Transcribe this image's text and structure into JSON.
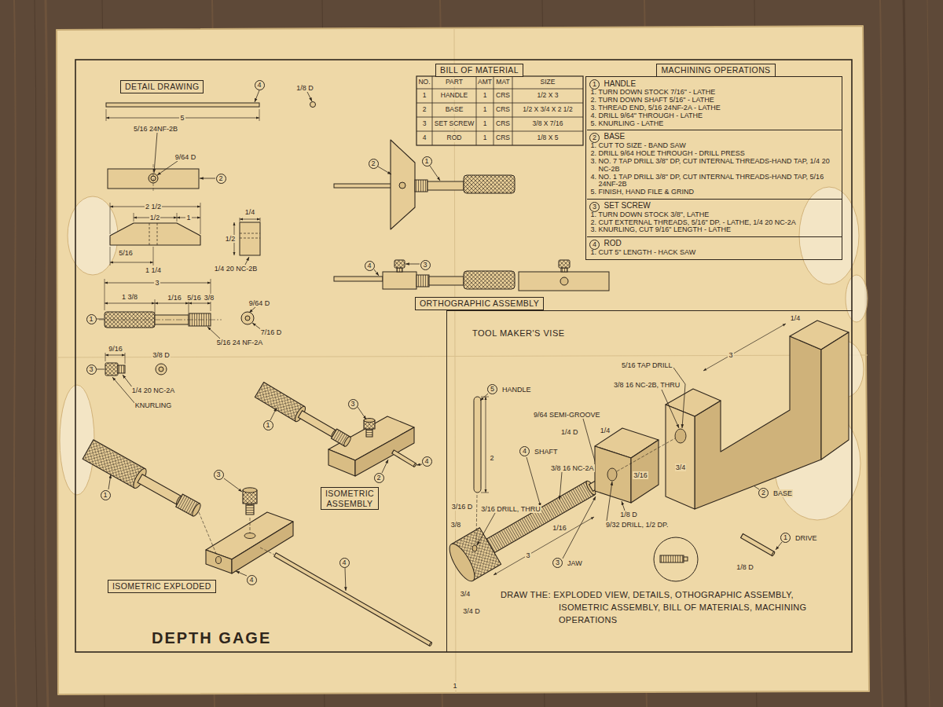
{
  "diagram": {
    "title": "DEPTH GAGE",
    "nodes": [
      {
        "text": [
          "DETAIL DRAWING"
        ]
      },
      {
        "text": [
          "4"
        ]
      },
      {
        "text": [
          "BILL OF MATERIAL"
        ]
      },
      {
        "text": [
          "MACHINING OPERATIONS"
        ]
      },
      {
        "text": [
          "HANDLE",
          "1. TURN DOWN STOCK 7/16\" - LATHE",
          "2. TURN DOWN SHAFT 5/16\" - LATHE",
          "3. THREAD END, 5/16 24NF-2A - LATHE",
          "4. DRILL 9/64\" THROUGH - LATHE",
          "5. KNURLING - LATHE"
        ]
      },
      {
        "text": [
          "1"
        ],
        "in": 4
      },
      {
        "text": [
          "BASE",
          "1. CUT TO SIZE - BAND SAW",
          "2. DRILL 9/64 HOLE THROUGH - DRILL PRESS",
          "3. NO. 7 TAP DRILL 3/8\" DP, CUT INTERNAL THREADS-HAND TAP, 1/4 20 NC-2B",
          "4. NO. 1 TAP DRILL 3/8\" DP, CUT INTERNAL THREADS-HAND TAP, 5/16 24NF-2B",
          "5. FINISH, HAND FILE & GRIND"
        ]
      },
      {
        "text": [
          "2"
        ],
        "in": 6
      },
      {
        "text": [
          "SET SCREW",
          "1. TURN DOWN STOCK 3/8\", LATHE",
          "2. CUT EXTERNAL THREADS, 5/16\" DP. - LATHE, 1/4 20 NC-2A",
          "3. KNURLING, CUT 9/16\" LENGTH - LATHE"
        ]
      },
      {
        "text": [
          "3"
        ],
        "in": 8
      },
      {
        "text": [
          "ROD",
          "1. CUT 5\" LENGTH - HACK SAW"
        ]
      },
      {
        "text": [
          "4"
        ],
        "in": 10
      },
      {
        "text": [
          "2"
        ]
      },
      {
        "text": [
          "2"
        ]
      },
      {
        "text": [
          "1"
        ]
      },
      {
        "text": [
          "4"
        ]
      },
      {
        "text": [
          "3"
        ]
      },
      {
        "text": [
          "ORTHOGRAPHIC ASSEMBLY"
        ]
      },
      {
        "text": [
          "1"
        ]
      },
      {
        "text": [
          "3"
        ]
      },
      {
        "text": [
          "TOOL MAKER'S VISE",
          "DRAW THE: EXPLODED VIEW, DETAILS, OTHOGRAPHIC ASSEMBLY, ISOMETRIC ASSEMBLY, BILL OF MATERIALS, MACHINING OPERATIONS"
        ]
      },
      {
        "text": [
          "5"
        ],
        "in": 20
      },
      {
        "text": [
          "4"
        ],
        "in": 20
      },
      {
        "text": [
          "3"
        ],
        "in": 20
      },
      {
        "text": [
          "2"
        ],
        "in": 20
      },
      {
        "text": [
          "1"
        ],
        "in": 20
      },
      {
        "text": [
          "3"
        ]
      },
      {
        "text": [
          "1"
        ]
      },
      {
        "text": [
          "2"
        ]
      },
      {
        "text": [
          "4"
        ]
      },
      {
        "text": [
          "ISOMETRIC ASSEMBLY"
        ]
      },
      {
        "text": [
          "1"
        ]
      },
      {
        "text": [
          "3"
        ]
      },
      {
        "text": [
          "4"
        ]
      },
      {
        "text": [
          "4"
        ]
      },
      {
        "text": [
          "ISOMETRIC EXPLODED"
        ]
      }
    ],
    "labels": [
      "NO.",
      "PART",
      "AMT",
      "MAT",
      "SIZE",
      "1",
      "HANDLE",
      "1",
      "CRS",
      "1/2 X 3",
      "2",
      "BASE",
      "1",
      "CRS",
      "1/2 X 3/4 X 2 1/2",
      "3",
      "SET SCREW",
      "1",
      "CRS",
      "3/8 X 7/16",
      "4",
      "ROD",
      "1",
      "CRS",
      "1/8 X 5",
      "1/8 D",
      "5",
      "5/16 24NF-2B",
      "9/64 D",
      "2 1/2",
      "1/2",
      "1",
      "5/16",
      "1 1/4",
      "1/4",
      "1/2",
      "1/4 20 NC-2B",
      "3",
      "1 3/8",
      "1/16",
      "5/16",
      "3/8",
      "9/64 D",
      "7/16 D",
      "5/16 24 NF-2A",
      "9/16",
      "3/8 D",
      "1/4 20 NC-2A",
      "KNURLING",
      "HANDLE",
      "3/16 D",
      "2",
      "9/64 SEMI-GROOVE",
      "1/4 D",
      "SHAFT",
      "3/8 16 NC-2A",
      "5/16 TAP DRILL",
      "3/8 16 NC-2B, THRU",
      "3",
      "1/4",
      "3/4",
      "1/4",
      "3/16",
      "1/8 D",
      "1/16",
      "3/8",
      "3/16 DRILL, THRU",
      "9/32 DRILL, 1/2 DP.",
      "JAW",
      "3",
      "3/4",
      "3/4 D",
      "BASE",
      "DRIVE",
      "1/8 D",
      "1"
    ]
  }
}
